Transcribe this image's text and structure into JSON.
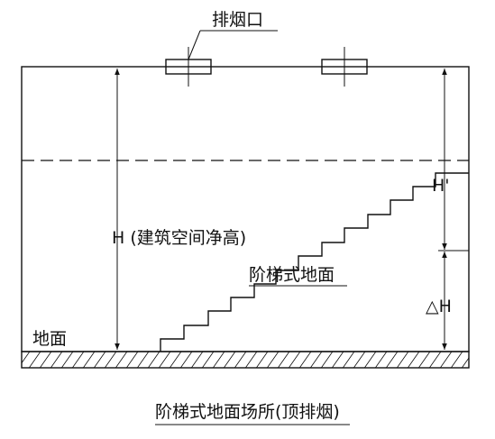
{
  "labels": {
    "exhaust_outlet": "排烟口",
    "building_height": "H (建筑空间净高)",
    "h_prime": "H'",
    "delta_h": "△H",
    "stepped_floor": "阶梯式地面",
    "floor": "地面",
    "caption": "阶梯式地面场所(顶排烟)"
  }
}
